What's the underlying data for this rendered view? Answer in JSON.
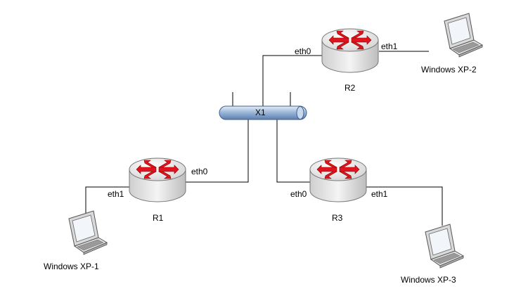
{
  "routers": [
    {
      "id": "R1",
      "label": "R1"
    },
    {
      "id": "R2",
      "label": "R2"
    },
    {
      "id": "R3",
      "label": "R3"
    }
  ],
  "hub": {
    "label": "X1"
  },
  "ports": [
    {
      "text": "eth0"
    },
    {
      "text": "eth1"
    },
    {
      "text": "eth0"
    },
    {
      "text": "eth1"
    },
    {
      "text": "eth0"
    },
    {
      "text": "eth1"
    }
  ],
  "hosts": [
    {
      "label": "Windows XP-1"
    },
    {
      "label": "Windows XP-2"
    },
    {
      "label": "Windows XP-3"
    }
  ],
  "icons": {
    "router": "router-icon",
    "laptop": "laptop-icon",
    "hub": "hub-bus-icon"
  },
  "colors": {
    "arrow": "#e0141e",
    "hub_fill": "#9db8da",
    "device_body": "#e8e8e8"
  }
}
